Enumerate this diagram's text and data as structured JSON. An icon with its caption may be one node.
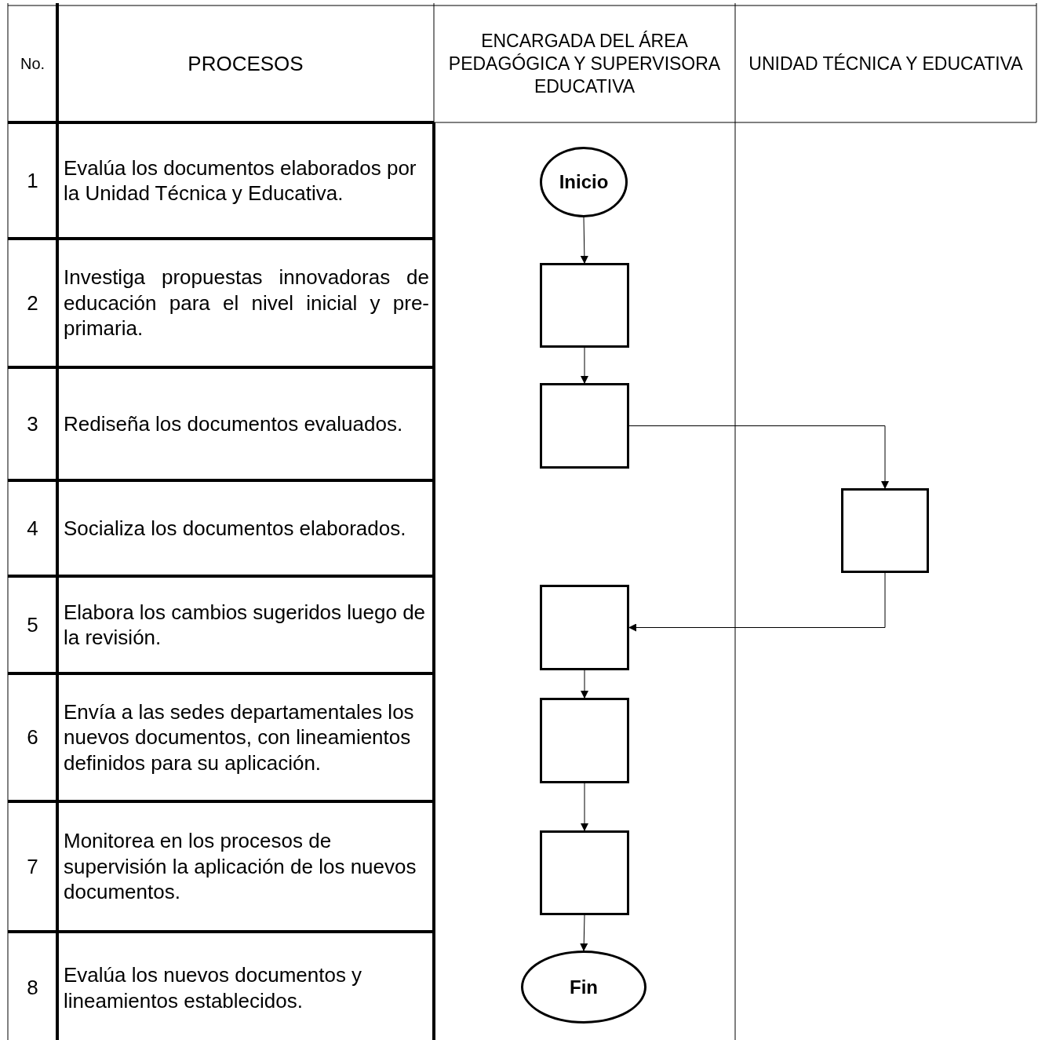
{
  "diagram": {
    "nodes": [
      {
        "text": [
          "Inicio"
        ]
      },
      {
        "text": [],
        "shape": "box"
      },
      {
        "text": [],
        "shape": "box"
      },
      {
        "text": [],
        "shape": "box"
      },
      {
        "text": [],
        "shape": "box"
      },
      {
        "text": [],
        "shape": "box"
      },
      {
        "text": [],
        "shape": "box"
      },
      {
        "text": [
          "Fin"
        ]
      }
    ],
    "edges": [
      {
        "from": 0,
        "to": 1,
        "arrow": "to"
      },
      {
        "from": 1,
        "to": 2,
        "arrow": "to"
      },
      {
        "from": 2,
        "to": 3,
        "arrow": "to"
      },
      {
        "from": 3,
        "to": 4,
        "arrow": "to"
      },
      {
        "from": 4,
        "to": 5,
        "arrow": "to"
      },
      {
        "from": 5,
        "to": 6,
        "arrow": "to"
      },
      {
        "from": 6,
        "to": 7,
        "arrow": "to"
      }
    ],
    "labels": [
      "No.",
      "PROCESOS",
      "ENCARGADA DEL ÁREA PEDAGÓGICA Y SUPERVISORA EDUCATIVA",
      "UNIDAD TÉCNICA Y EDUCATIVA",
      "1",
      "Evalúa los documentos elaborados por la Unidad Técnica y Educativa.",
      "2",
      "Investiga propuestas innovadoras de educación para el nivel inicial y pre-primaria.",
      "3",
      "Rediseña los documentos evaluados.",
      "4",
      "Socializa los documentos elaborados.",
      "5",
      "Elabora los cambios sugeridos luego de la revisión.",
      "6",
      "Envía a las sedes departamentales los nuevos documentos, con lineamientos definidos para su aplicación.",
      "7",
      "Monitorea en los procesos de supervisión la aplicación de los nuevos documentos.",
      "8",
      "Evalúa los nuevos documentos y lineamientos establecidos."
    ]
  }
}
